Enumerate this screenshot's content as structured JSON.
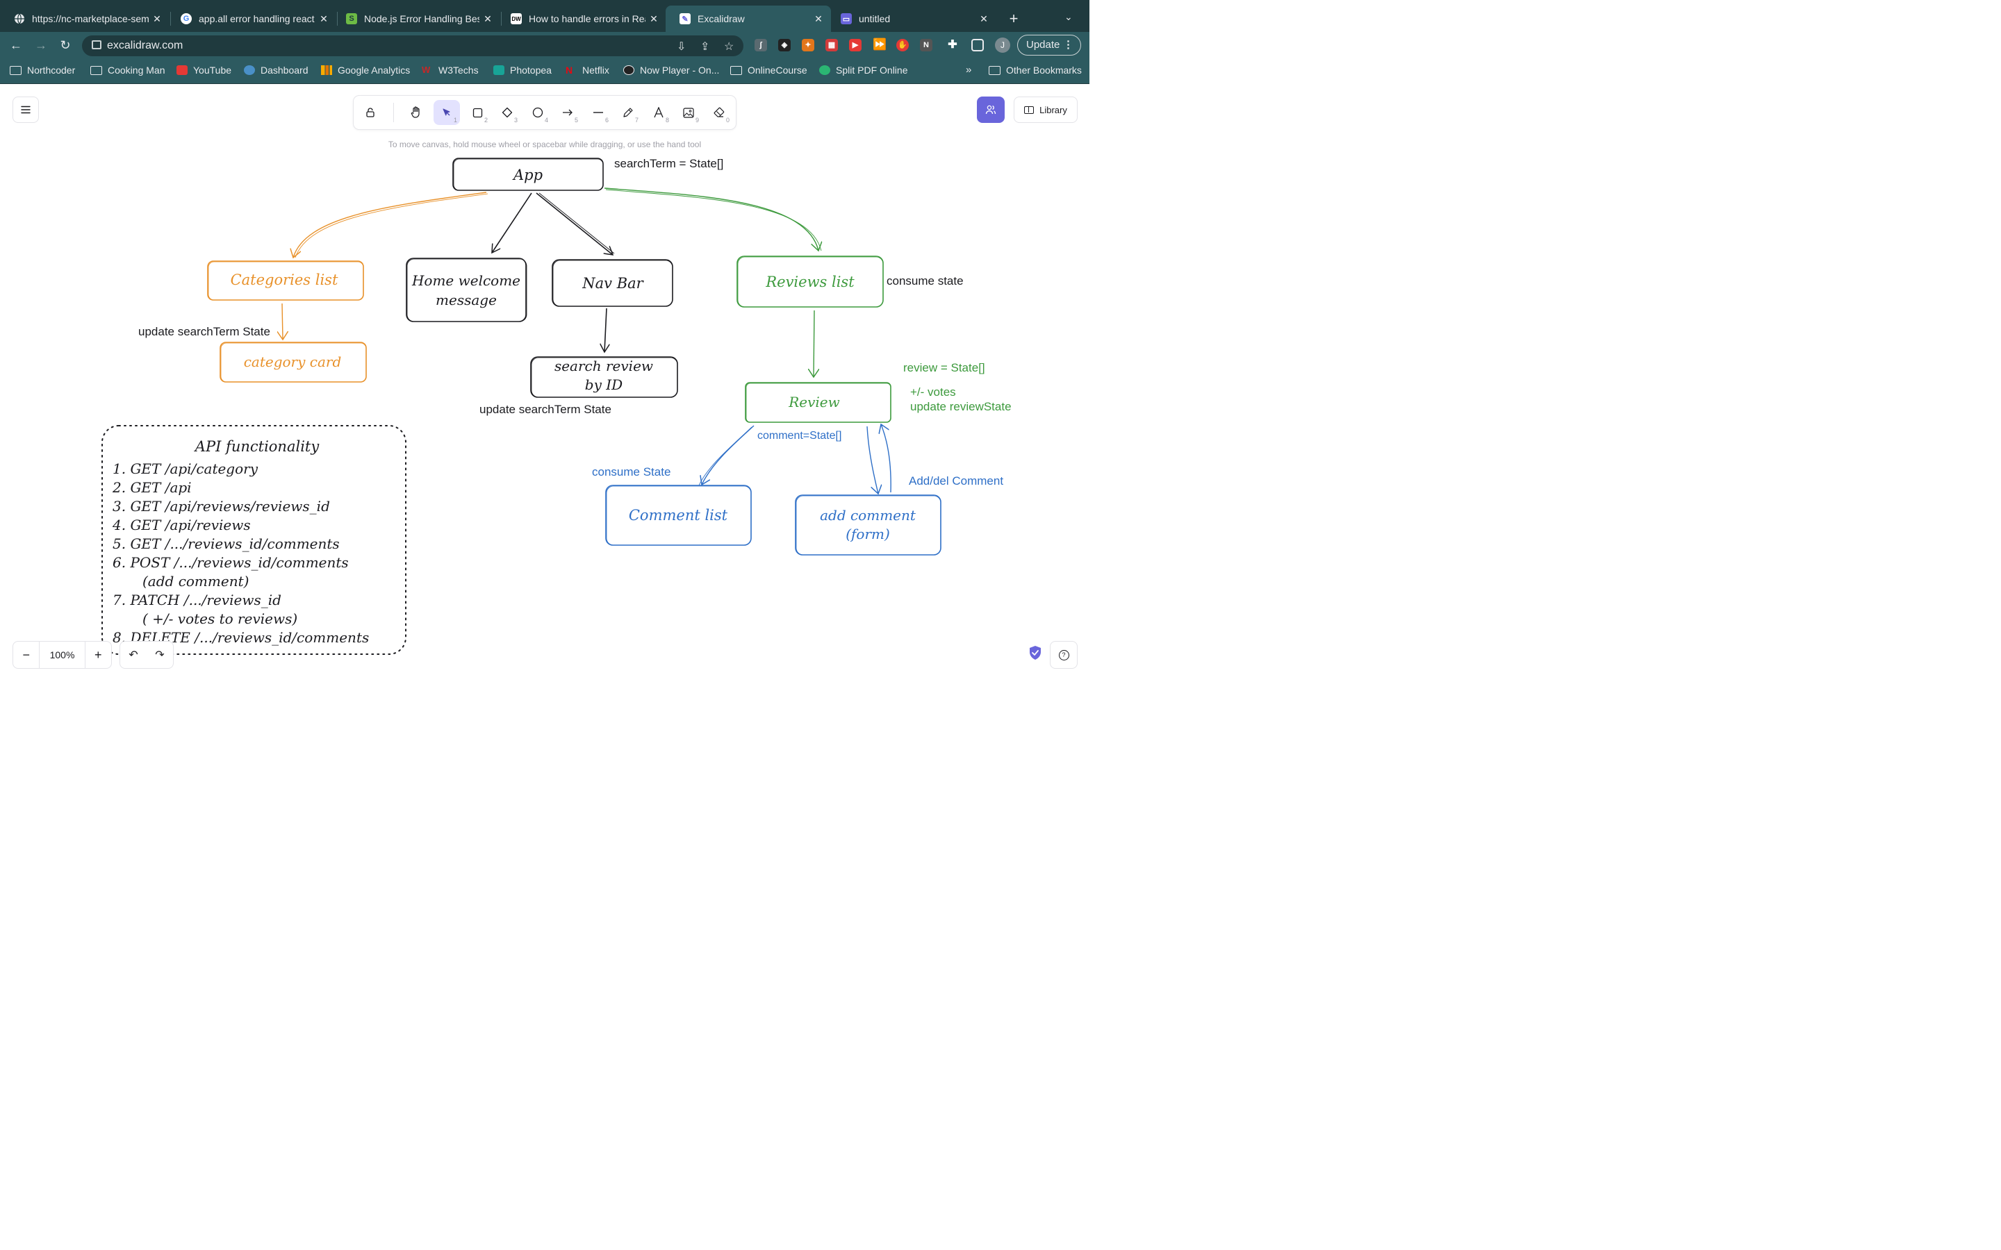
{
  "browser": {
    "tabs": [
      {
        "title": "https://nc-marketplace-sem",
        "favicon": "globe-icon"
      },
      {
        "title": "app.all error handling react",
        "favicon": "google-icon"
      },
      {
        "title": "Node.js Error Handling Best",
        "favicon": "stackify-icon"
      },
      {
        "title": "How to handle errors in Rea",
        "favicon": "dw-icon"
      },
      {
        "title": "Excalidraw",
        "favicon": "excalidraw-icon",
        "active": true
      },
      {
        "title": "untitled",
        "favicon": "excalidraw-purple-icon"
      }
    ],
    "address": "excalidraw.com",
    "update_label": "Update",
    "profile_initial": "J",
    "bookmarks": [
      "Northcoder",
      "Cooking Man",
      "YouTube",
      "Dashboard",
      "Google Analytics",
      "W3Techs",
      "Photopea",
      "Netflix",
      "Now Player - On...",
      "OnlineCourse",
      "Split PDF Online"
    ],
    "bookmarks_more": "»",
    "other_bookmarks": "Other Bookmarks"
  },
  "app": {
    "hint": "To move canvas, hold mouse wheel or spacebar while dragging, or use the hand tool",
    "library_label": "Library",
    "zoom_value": "100%",
    "tools": [
      {
        "name": "lock-icon",
        "key": ""
      },
      {
        "name": "hand-icon",
        "key": ""
      },
      {
        "name": "pointer-icon",
        "key": "1",
        "selected": true
      },
      {
        "name": "rectangle-icon",
        "key": "2"
      },
      {
        "name": "diamond-icon",
        "key": "3"
      },
      {
        "name": "ellipse-icon",
        "key": "4"
      },
      {
        "name": "arrow-icon",
        "key": "5"
      },
      {
        "name": "line-icon",
        "key": "6"
      },
      {
        "name": "pencil-icon",
        "key": "7"
      },
      {
        "name": "text-icon",
        "key": "8"
      },
      {
        "name": "image-icon",
        "key": "9"
      },
      {
        "name": "eraser-icon",
        "key": "0"
      }
    ],
    "colors": {
      "orange": "#e8912a",
      "green": "#3d9a3d",
      "blue": "#2e6fc7",
      "black": "#1b1b1f",
      "accent": "#6965db"
    }
  },
  "diagram": {
    "nodes": {
      "app": "App",
      "categories": "Categories list",
      "home_1": "Home welcome",
      "home_2": "message",
      "navbar": "Nav Bar",
      "reviews": "Reviews list",
      "category_card": "category card",
      "search_1": "search review",
      "search_2": "by ID",
      "review": "Review",
      "comment_list": "Comment list",
      "add_comment_1": "add comment",
      "add_comment_2": "(form)"
    },
    "notes": {
      "app_state": "searchTerm = State[]",
      "update_search_1": "update searchTerm State",
      "update_search_2": "update searchTerm State",
      "consume_state": "consume state",
      "review_state": "review = State[]",
      "votes_1": "+/- votes",
      "votes_2": "update reviewState",
      "comment_state": "comment=State[]",
      "consume_state_2": "consume State",
      "add_del": "Add/del Comment"
    },
    "api": {
      "title": "API functionality",
      "lines": [
        "1. GET /api/category",
        "2. GET /api",
        "3. GET /api/reviews/reviews_id",
        "4. GET /api/reviews",
        "5. GET /.../reviews_id/comments",
        "6. POST /.../reviews_id/comments",
        "(add comment)",
        "7. PATCH /.../reviews_id",
        "( +/- votes to reviews)",
        "8. DELETE /.../reviews_id/comments"
      ]
    }
  }
}
